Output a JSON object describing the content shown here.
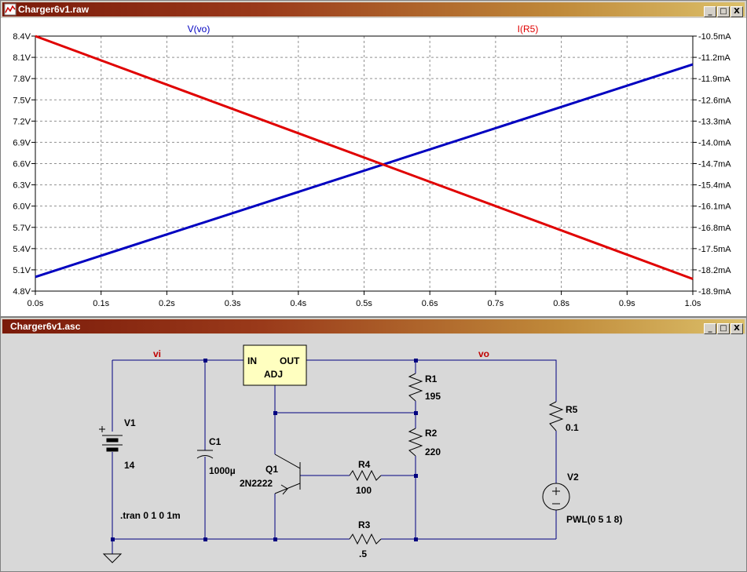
{
  "plot_window": {
    "title": "Charger6v1.raw",
    "buttons": [
      "_",
      "□",
      "X"
    ]
  },
  "schematic_window": {
    "title": "Charger6v1.asc",
    "buttons": [
      "_",
      "□",
      "X"
    ]
  },
  "chart_data": {
    "type": "line",
    "x": [
      0.0,
      1.0
    ],
    "x_ticks": [
      "0.0s",
      "0.1s",
      "0.2s",
      "0.3s",
      "0.4s",
      "0.5s",
      "0.6s",
      "0.7s",
      "0.8s",
      "0.9s",
      "1.0s"
    ],
    "xlim": [
      0.0,
      1.0
    ],
    "left_axis": {
      "ticks": [
        "8.4V",
        "8.1V",
        "7.8V",
        "7.5V",
        "7.2V",
        "6.9V",
        "6.6V",
        "6.3V",
        "6.0V",
        "5.7V",
        "5.4V",
        "5.1V",
        "4.8V"
      ],
      "ylim": [
        4.8,
        8.4
      ]
    },
    "right_axis": {
      "ticks": [
        "-10.5mA",
        "-11.2mA",
        "-11.9mA",
        "-12.6mA",
        "-13.3mA",
        "-14.0mA",
        "-14.7mA",
        "-15.4mA",
        "-16.1mA",
        "-16.8mA",
        "-17.5mA",
        "-18.2mA",
        "-18.9mA"
      ],
      "ylim": [
        -18.9,
        -10.5
      ]
    },
    "series": [
      {
        "name": "V(vo)",
        "axis": "left",
        "color": "#0000c0",
        "y": [
          5.0,
          8.0
        ]
      },
      {
        "name": "I(R5)",
        "axis": "right",
        "color": "#e00000",
        "y": [
          -10.5,
          -18.5
        ]
      }
    ],
    "grid": true
  },
  "schematic": {
    "nets": {
      "vi": "vi",
      "vo": "vo"
    },
    "regulator": {
      "in": "IN",
      "out": "OUT",
      "adj": "ADJ"
    },
    "V1": {
      "name": "V1",
      "value": "14"
    },
    "C1": {
      "name": "C1",
      "value": "1000µ"
    },
    "Q1": {
      "name": "Q1",
      "value": "2N2222"
    },
    "R1": {
      "name": "R1",
      "value": "195"
    },
    "R2": {
      "name": "R2",
      "value": "220"
    },
    "R3": {
      "name": "R3",
      "value": ".5"
    },
    "R4": {
      "name": "R4",
      "value": "100"
    },
    "R5": {
      "name": "R5",
      "value": "0.1"
    },
    "V2": {
      "name": "V2",
      "value": "PWL(0 5 1 8)"
    },
    "directive": ".tran 0 1 0 1m"
  },
  "colors": {
    "net_label": "#c00000",
    "wire": "#000080",
    "component": "#000000",
    "regulator_fill": "#ffffc0",
    "plot_bg": "#ffffff"
  }
}
